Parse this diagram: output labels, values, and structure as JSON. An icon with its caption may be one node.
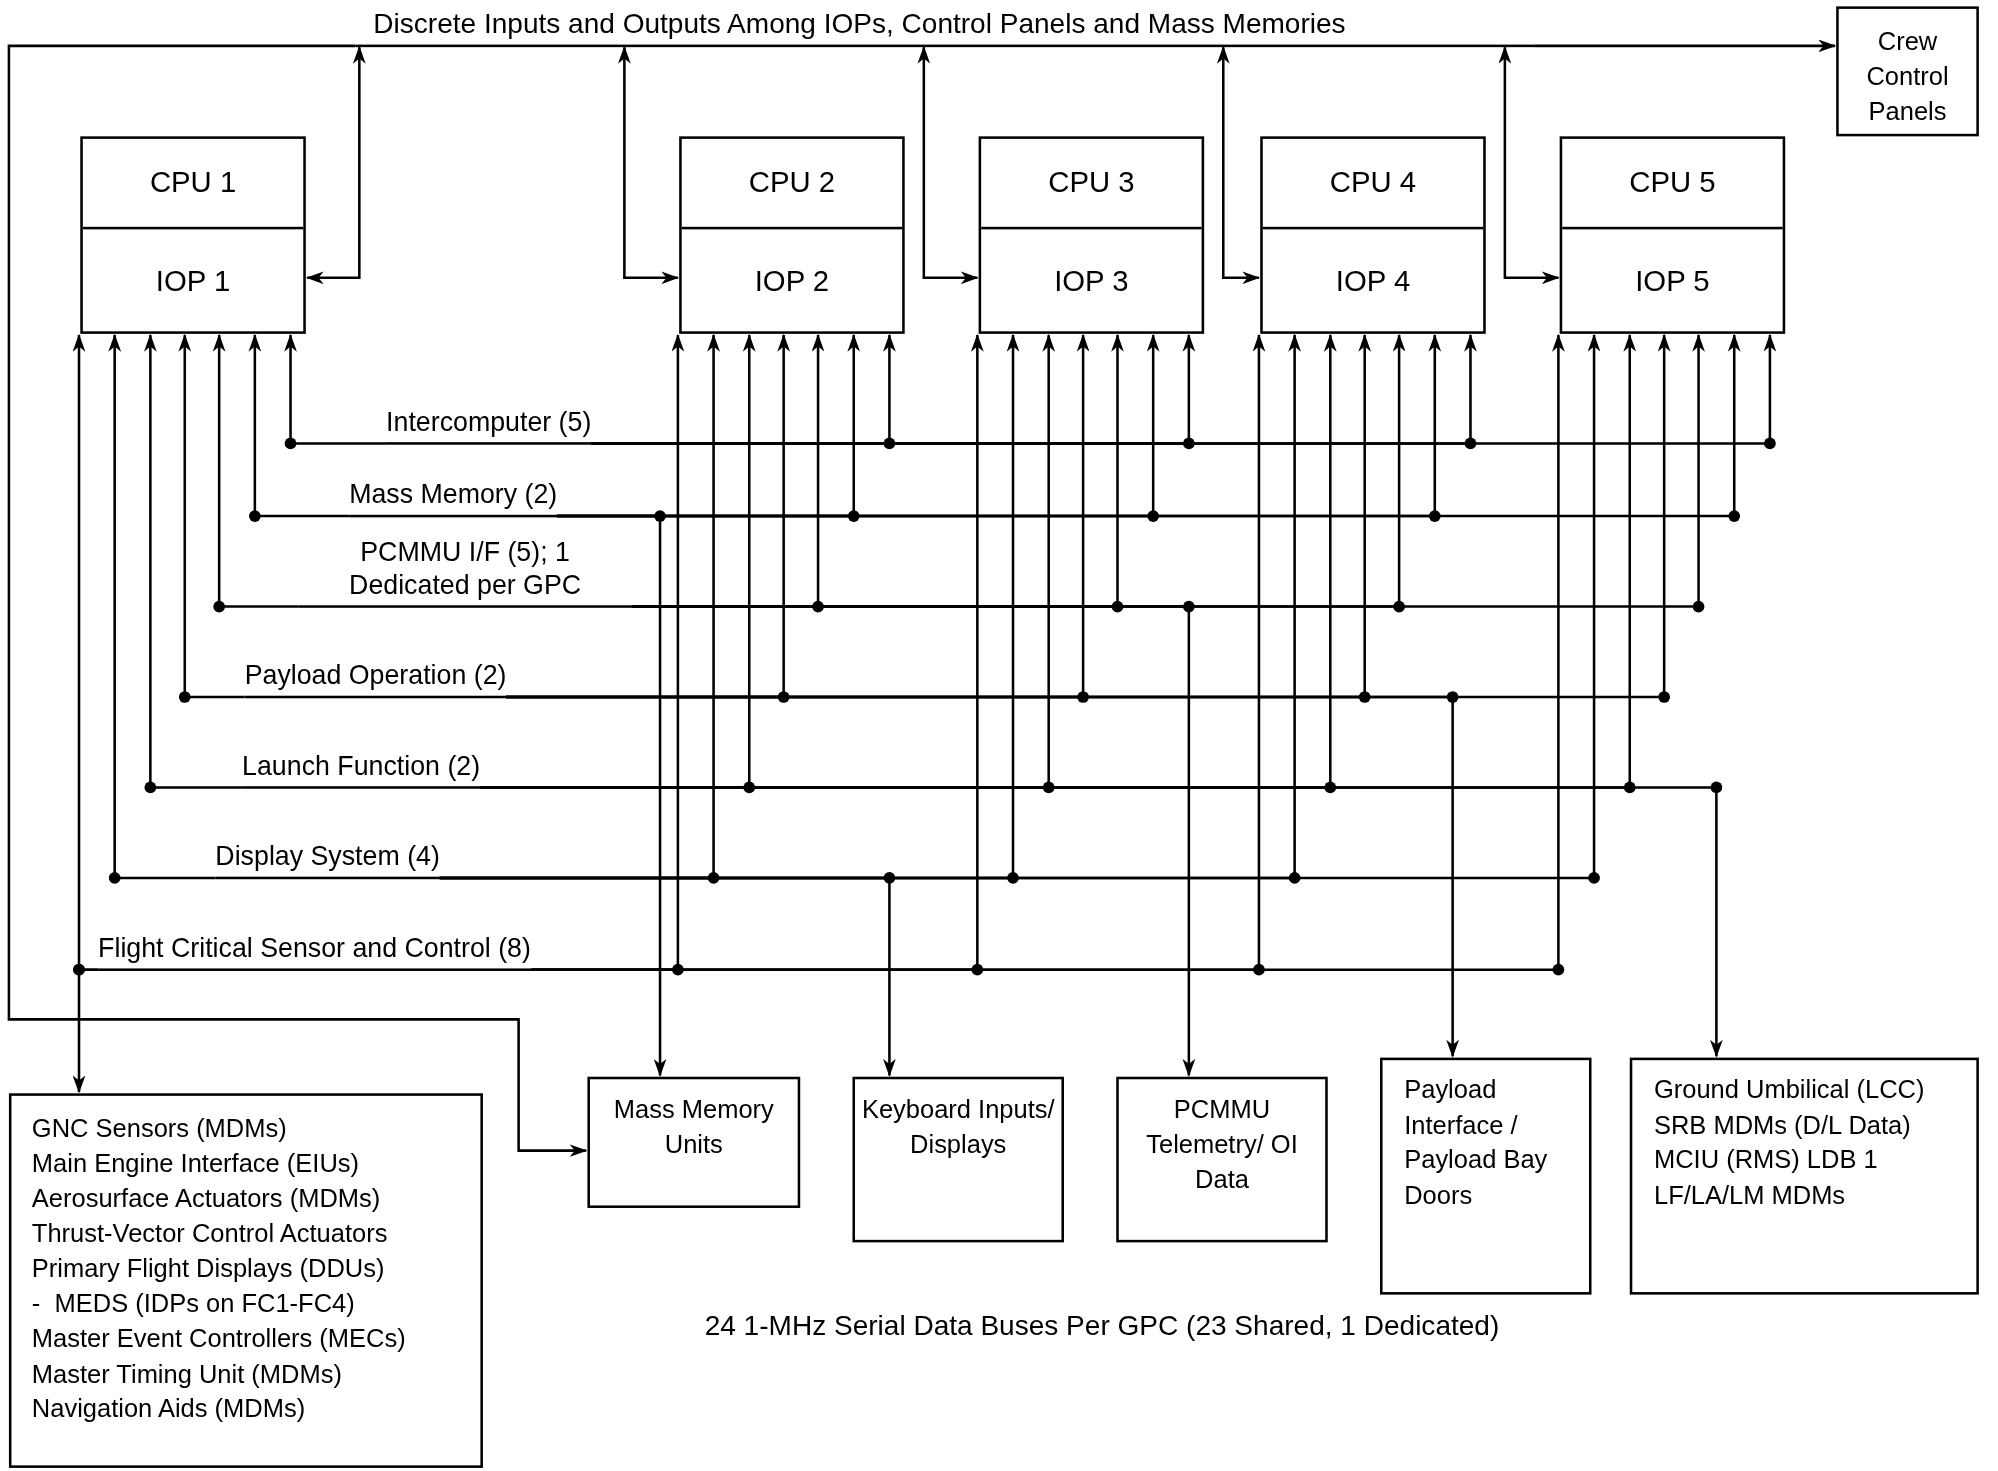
{
  "diagram": {
    "nodes": [
      {
        "text": [
          "Discrete Inputs and Outputs Among IOPs, Control Panels and Mass Memories"
        ]
      },
      {
        "text": [
          "Crew Control Panels"
        ]
      },
      {
        "text": [
          "CPU 1",
          "IOP 1"
        ]
      },
      {
        "text": [
          "CPU 2",
          "IOP 2"
        ]
      },
      {
        "text": [
          "CPU 3",
          "IOP 3"
        ]
      },
      {
        "text": [
          "CPU 4",
          "IOP 4"
        ]
      },
      {
        "text": [
          "CPU 5",
          "IOP 5"
        ]
      },
      {
        "text": [
          "Intercomputer (5)"
        ]
      },
      {
        "text": [
          "Mass Memory (2)"
        ]
      },
      {
        "text": [
          "PCMMU I/F (5); 1 Dedicated per GPC"
        ]
      },
      {
        "text": [
          "Payload Operation (2)"
        ]
      },
      {
        "text": [
          "Launch Function (2)"
        ]
      },
      {
        "text": [
          "Display System (4)"
        ]
      },
      {
        "text": [
          "Flight Critical Sensor and Control (8)"
        ]
      },
      {
        "text": [
          "Mass Memory Units"
        ]
      },
      {
        "text": [
          "Keyboard Inputs/ Displays"
        ]
      },
      {
        "text": [
          "PCMMU Telemetry/ OI Data"
        ]
      },
      {
        "text": [
          "Payload Interface / Payload Bay Doors"
        ]
      },
      {
        "text": [
          "Ground Umbilical (LCC)",
          "SRB MDMs (D/L Data)",
          "MCIU (RMS) LDB 1",
          "LF/LA/LM MDMs"
        ]
      },
      {
        "text": [
          "GNC Sensors (MDMs)",
          "Main Engine Interface (EIUs)",
          "Aerosurface Actuators (MDMs)",
          "Thrust-Vector Control Actuators",
          "Primary Flight Displays (DDUs)",
          "-  MEDS (IDPs on FC1-FC4)",
          "Master Event Controllers (MECs)",
          "Master Timing Unit (MDMs)",
          "Navigation Aids (MDMs)"
        ]
      }
    ],
    "edges": [
      {
        "from": 0,
        "to": 1,
        "arrow": "to"
      },
      {
        "from": 0,
        "to": 2,
        "arrow": "both"
      },
      {
        "from": 0,
        "to": 3,
        "arrow": "both"
      },
      {
        "from": 0,
        "to": 4,
        "arrow": "both"
      },
      {
        "from": 0,
        "to": 5,
        "arrow": "both"
      },
      {
        "from": 0,
        "to": 6,
        "arrow": "both"
      },
      {
        "from": 0,
        "to": 14,
        "arrow": "to"
      },
      {
        "from": 7,
        "to": 2,
        "arrow": "to"
      },
      {
        "from": 7,
        "to": 3,
        "arrow": "to"
      },
      {
        "from": 7,
        "to": 4,
        "arrow": "to"
      },
      {
        "from": 7,
        "to": 5,
        "arrow": "to"
      },
      {
        "from": 7,
        "to": 6,
        "arrow": "to"
      },
      {
        "from": 8,
        "to": 2,
        "arrow": "to"
      },
      {
        "from": 8,
        "to": 3,
        "arrow": "to"
      },
      {
        "from": 8,
        "to": 4,
        "arrow": "to"
      },
      {
        "from": 8,
        "to": 5,
        "arrow": "to"
      },
      {
        "from": 8,
        "to": 6,
        "arrow": "to"
      },
      {
        "from": 9,
        "to": 2,
        "arrow": "to"
      },
      {
        "from": 9,
        "to": 3,
        "arrow": "to"
      },
      {
        "from": 9,
        "to": 4,
        "arrow": "to"
      },
      {
        "from": 9,
        "to": 5,
        "arrow": "to"
      },
      {
        "from": 9,
        "to": 6,
        "arrow": "to"
      },
      {
        "from": 10,
        "to": 2,
        "arrow": "to"
      },
      {
        "from": 10,
        "to": 3,
        "arrow": "to"
      },
      {
        "from": 10,
        "to": 4,
        "arrow": "to"
      },
      {
        "from": 10,
        "to": 5,
        "arrow": "to"
      },
      {
        "from": 10,
        "to": 6,
        "arrow": "to"
      },
      {
        "from": 11,
        "to": 2,
        "arrow": "to"
      },
      {
        "from": 11,
        "to": 3,
        "arrow": "to"
      },
      {
        "from": 11,
        "to": 4,
        "arrow": "to"
      },
      {
        "from": 11,
        "to": 5,
        "arrow": "to"
      },
      {
        "from": 11,
        "to": 6,
        "arrow": "to"
      },
      {
        "from": 12,
        "to": 2,
        "arrow": "to"
      },
      {
        "from": 12,
        "to": 3,
        "arrow": "to"
      },
      {
        "from": 12,
        "to": 4,
        "arrow": "to"
      },
      {
        "from": 12,
        "to": 5,
        "arrow": "to"
      },
      {
        "from": 12,
        "to": 6,
        "arrow": "to"
      },
      {
        "from": 13,
        "to": 2,
        "arrow": "to"
      },
      {
        "from": 13,
        "to": 3,
        "arrow": "to"
      },
      {
        "from": 13,
        "to": 4,
        "arrow": "to"
      },
      {
        "from": 13,
        "to": 5,
        "arrow": "to"
      },
      {
        "from": 13,
        "to": 6,
        "arrow": "to"
      },
      {
        "from": 8,
        "to": 14,
        "arrow": "to"
      },
      {
        "from": 12,
        "to": 15,
        "arrow": "to"
      },
      {
        "from": 9,
        "to": 16,
        "arrow": "to"
      },
      {
        "from": 10,
        "to": 17,
        "arrow": "to"
      },
      {
        "from": 11,
        "to": 18,
        "arrow": "to"
      },
      {
        "from": 13,
        "to": 19,
        "arrow": "to"
      }
    ],
    "labels": [
      "24 1-MHz Serial Data Buses Per GPC (23 Shared, 1 Dedicated)"
    ]
  }
}
